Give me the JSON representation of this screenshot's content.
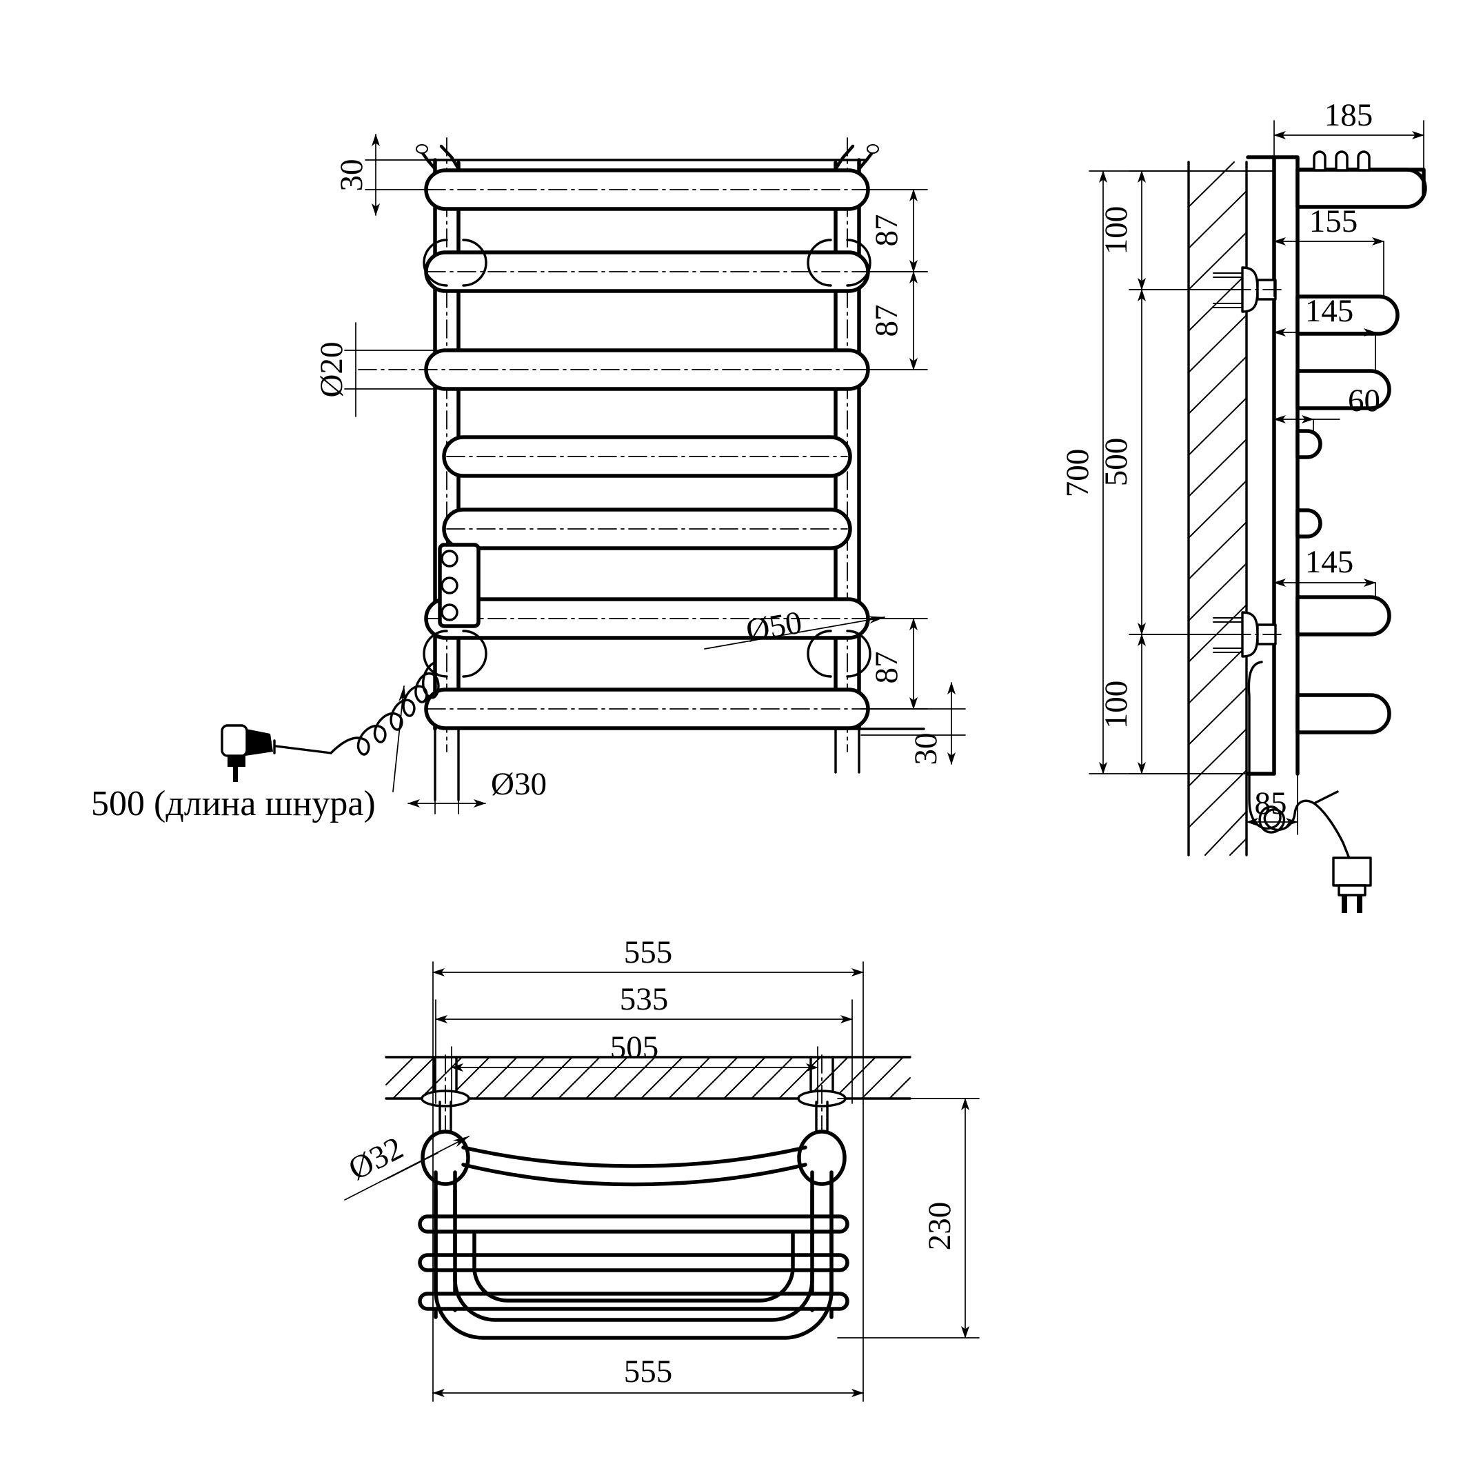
{
  "document": {
    "type": "technical-drawing",
    "subject": "electric heated towel rail / towel warmer ladder",
    "views": [
      "front-elevation",
      "side-section",
      "plan-view"
    ],
    "units": "mm"
  },
  "front_view": {
    "name": "front-elevation",
    "dimensions": {
      "top_offset": "30",
      "tube_diameter": "Ø20",
      "bar_spacing_1": "87",
      "bar_spacing_2": "87",
      "bar_spacing_3": "87",
      "bend_radius": "Ø50",
      "post_diameter": "Ø30",
      "bottom_offset": "30"
    },
    "cord_note": "500 (длина шнура)",
    "bar_count": 7,
    "junction_box_screws": 3
  },
  "side_view": {
    "name": "side-section",
    "dimensions": {
      "total_height": "700",
      "top_bracket_offset": "100",
      "bracket_span": "500",
      "bottom_bracket_offset": "100",
      "top_depth": "185",
      "upper_arm_depth": "155",
      "mid_arm_depth": "145",
      "stub_depth": "60",
      "lower_arm_depth": "145",
      "wall_to_body": "85"
    },
    "pin_count": 3
  },
  "plan_view": {
    "name": "plan-view",
    "dimensions": {
      "overall_width_top": "555",
      "outer_rail_width": "535",
      "mounting_centres": "505",
      "depth": "230",
      "overall_width_bottom": "555",
      "joint_diameter": "Ø32"
    },
    "shelf_bar_count": 3
  },
  "style": {
    "line_color": "#000000",
    "background": "#ffffff"
  }
}
